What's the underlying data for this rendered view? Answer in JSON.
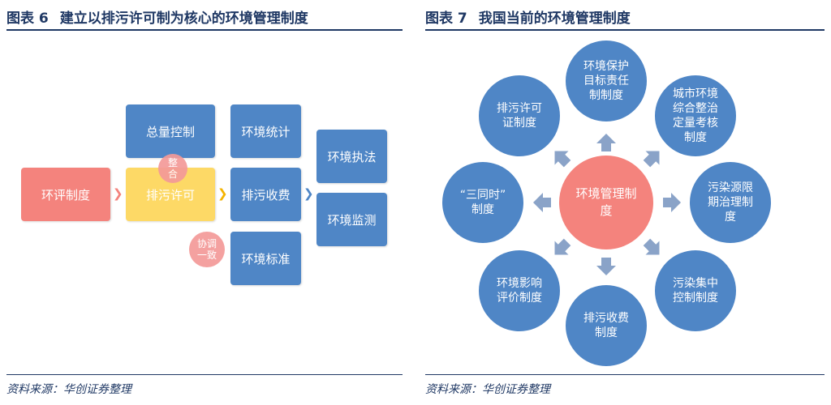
{
  "left": {
    "title_num": "图表 6",
    "title_text": "建立以排污许可制为核心的环境管理制度",
    "source": "资料来源：华创证券整理",
    "boxes": {
      "eia": "环评制度",
      "total_control": "总量控制",
      "permit": "排污许可",
      "env_stats": "环境统计",
      "pollution_fee": "排污收费",
      "env_standard": "环境标准",
      "enforcement": "环境执法",
      "monitoring": "环境监测"
    },
    "badges": {
      "integrate": [
        "整",
        "合"
      ],
      "coordinate": [
        "协调",
        "一致"
      ]
    },
    "colors": {
      "blue": "#4f86c6",
      "red": "#f4837d",
      "yellow": "#fdd966",
      "badge": "#f49a98",
      "chevron_yellow": "#f4b300",
      "chevron_blue": "#4f86c6"
    }
  },
  "right": {
    "title_num": "图表 7",
    "title_text": "我国当前的环境管理制度",
    "source": "资料来源：华创证券整理",
    "center": [
      "环境管理制",
      "度"
    ],
    "nodes": {
      "n_top": [
        "环境保护",
        "目标责任",
        "制制度"
      ],
      "n_top_right": [
        "城市环境",
        "综合整治",
        "定量考核",
        "制度"
      ],
      "n_right": [
        "污染源限",
        "期治理制",
        "度"
      ],
      "n_bottom_right": [
        "污染集中",
        "控制制度"
      ],
      "n_bottom": [
        "排污收费",
        "制度"
      ],
      "n_bottom_left": [
        "环境影响",
        "评价制度"
      ],
      "n_left": [
        "“三同时”",
        "制度"
      ],
      "n_top_left": [
        "排污许可",
        "证制度"
      ]
    },
    "colors": {
      "node": "#4f86c6",
      "center": "#f4837d",
      "arrow": "#8aa3c8"
    }
  }
}
